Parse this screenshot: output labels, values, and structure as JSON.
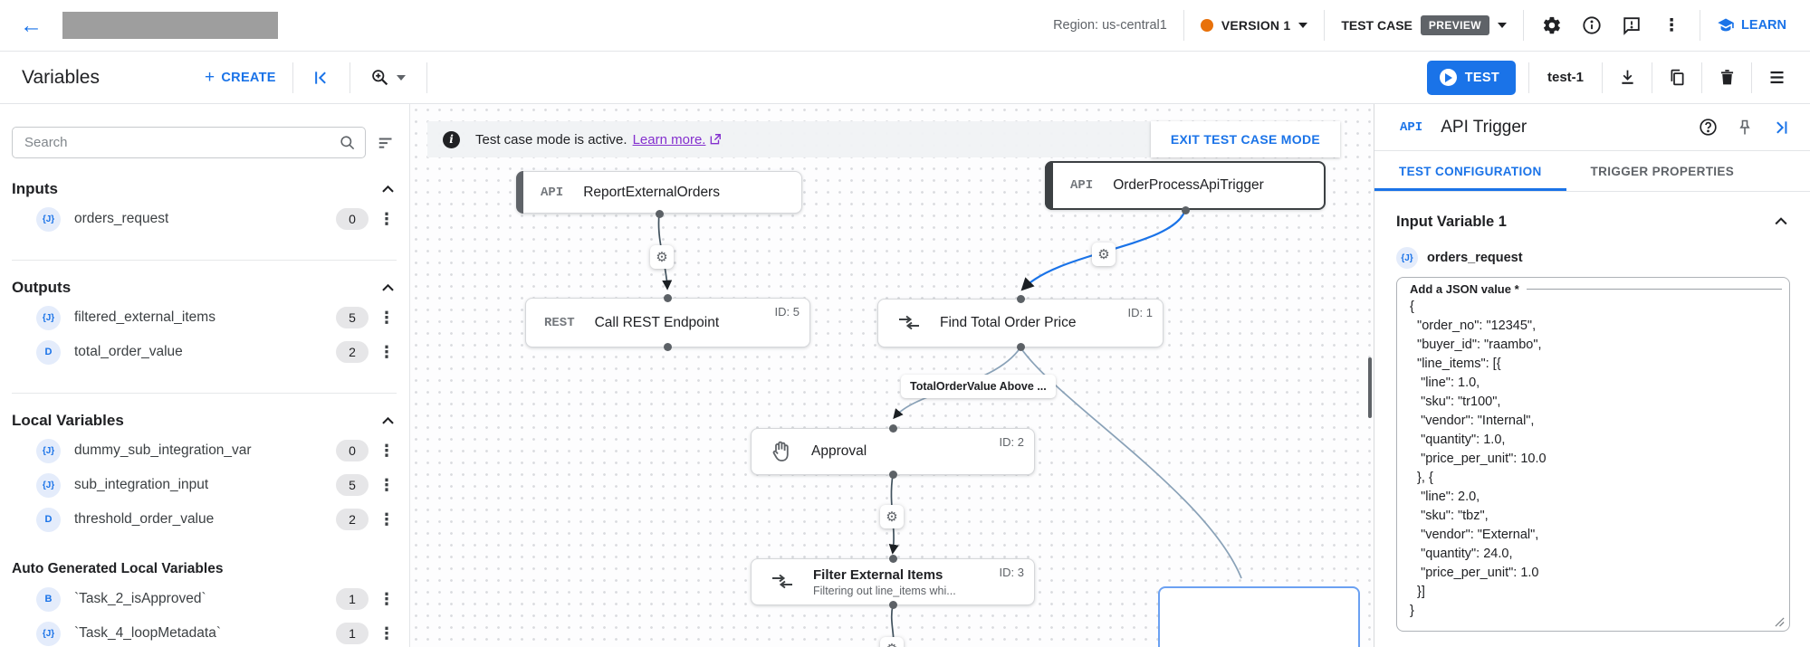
{
  "header": {
    "region": "Region: us-central1",
    "version_label": "VERSION 1",
    "version_dot_color": "#e8710a",
    "test_case_label": "TEST CASE",
    "preview_badge": "PREVIEW",
    "learn_label": "LEARN"
  },
  "toolbar": {
    "title": "Variables",
    "create_label": "CREATE",
    "plus_glyph": "+",
    "test_label": "TEST",
    "test_name": "test-1"
  },
  "sidebar": {
    "search_placeholder": "Search",
    "sections": [
      {
        "title": "Inputs",
        "items": [
          {
            "type": "{J}",
            "label": "orders_request",
            "count": "0"
          }
        ]
      },
      {
        "title": "Outputs",
        "items": [
          {
            "type": "{J}",
            "label": "filtered_external_items",
            "count": "5"
          },
          {
            "type": "D",
            "label": "total_order_value",
            "count": "2"
          }
        ]
      },
      {
        "title": "Local Variables",
        "items": [
          {
            "type": "{J}",
            "label": "dummy_sub_integration_var",
            "count": "0"
          },
          {
            "type": "{J}",
            "label": "sub_integration_input",
            "count": "5"
          },
          {
            "type": "D",
            "label": "threshold_order_value",
            "count": "2"
          }
        ]
      },
      {
        "title": "Auto Generated Local Variables",
        "items": [
          {
            "type": "B",
            "label": "`Task_2_isApproved`",
            "count": "1"
          },
          {
            "type": "{J}",
            "label": "`Task_4_loopMetadata`",
            "count": "1"
          }
        ]
      }
    ]
  },
  "canvas": {
    "banner": {
      "text": "Test case mode is active.",
      "link": "Learn more.",
      "exit_button": "EXIT TEST CASE MODE"
    },
    "edge_label": "TotalOrderValue Above ...",
    "nodes": {
      "report": {
        "badge": "API",
        "title": "ReportExternalOrders"
      },
      "trigger": {
        "badge": "API",
        "title": "OrderProcessApiTrigger"
      },
      "rest": {
        "badge": "REST",
        "title": "Call REST Endpoint",
        "id": "ID: 5"
      },
      "find_total": {
        "title": "Find Total Order Price",
        "id": "ID: 1"
      },
      "approval": {
        "title": "Approval",
        "id": "ID: 2"
      },
      "filter": {
        "title": "Filter External Items",
        "subtitle": "Filtering out line_items whi...",
        "id": "ID: 3"
      }
    }
  },
  "panel": {
    "badge": "API",
    "title": "API Trigger",
    "tabs": [
      "TEST CONFIGURATION",
      "TRIGGER PROPERTIES"
    ],
    "section_title": "Input Variable 1",
    "variable": {
      "type": "{J}",
      "label": "orders_request"
    },
    "field_label": "Add a JSON value *",
    "json_value": "{\n  \"order_no\": \"12345\",\n  \"buyer_id\": \"raambo\",\n  \"line_items\": [{\n   \"line\": 1.0,\n   \"sku\": \"tr100\",\n   \"vendor\": \"Internal\",\n   \"quantity\": 1.0,\n   \"price_per_unit\": 10.0\n  }, {\n   \"line\": 2.0,\n   \"sku\": \"tbz\",\n   \"vendor\": \"External\",\n   \"quantity\": 24.0,\n   \"price_per_unit\": 1.0\n  }]\n}"
  },
  "icons": {
    "back_glyph": "←",
    "gear_glyph": "⚙",
    "more_vert_glyph": "⋮"
  },
  "colors": {
    "accent_blue": "#1a73e8",
    "preview_badge_bg": "#5f6368",
    "selected_edge_blue": "#1a73e8"
  }
}
